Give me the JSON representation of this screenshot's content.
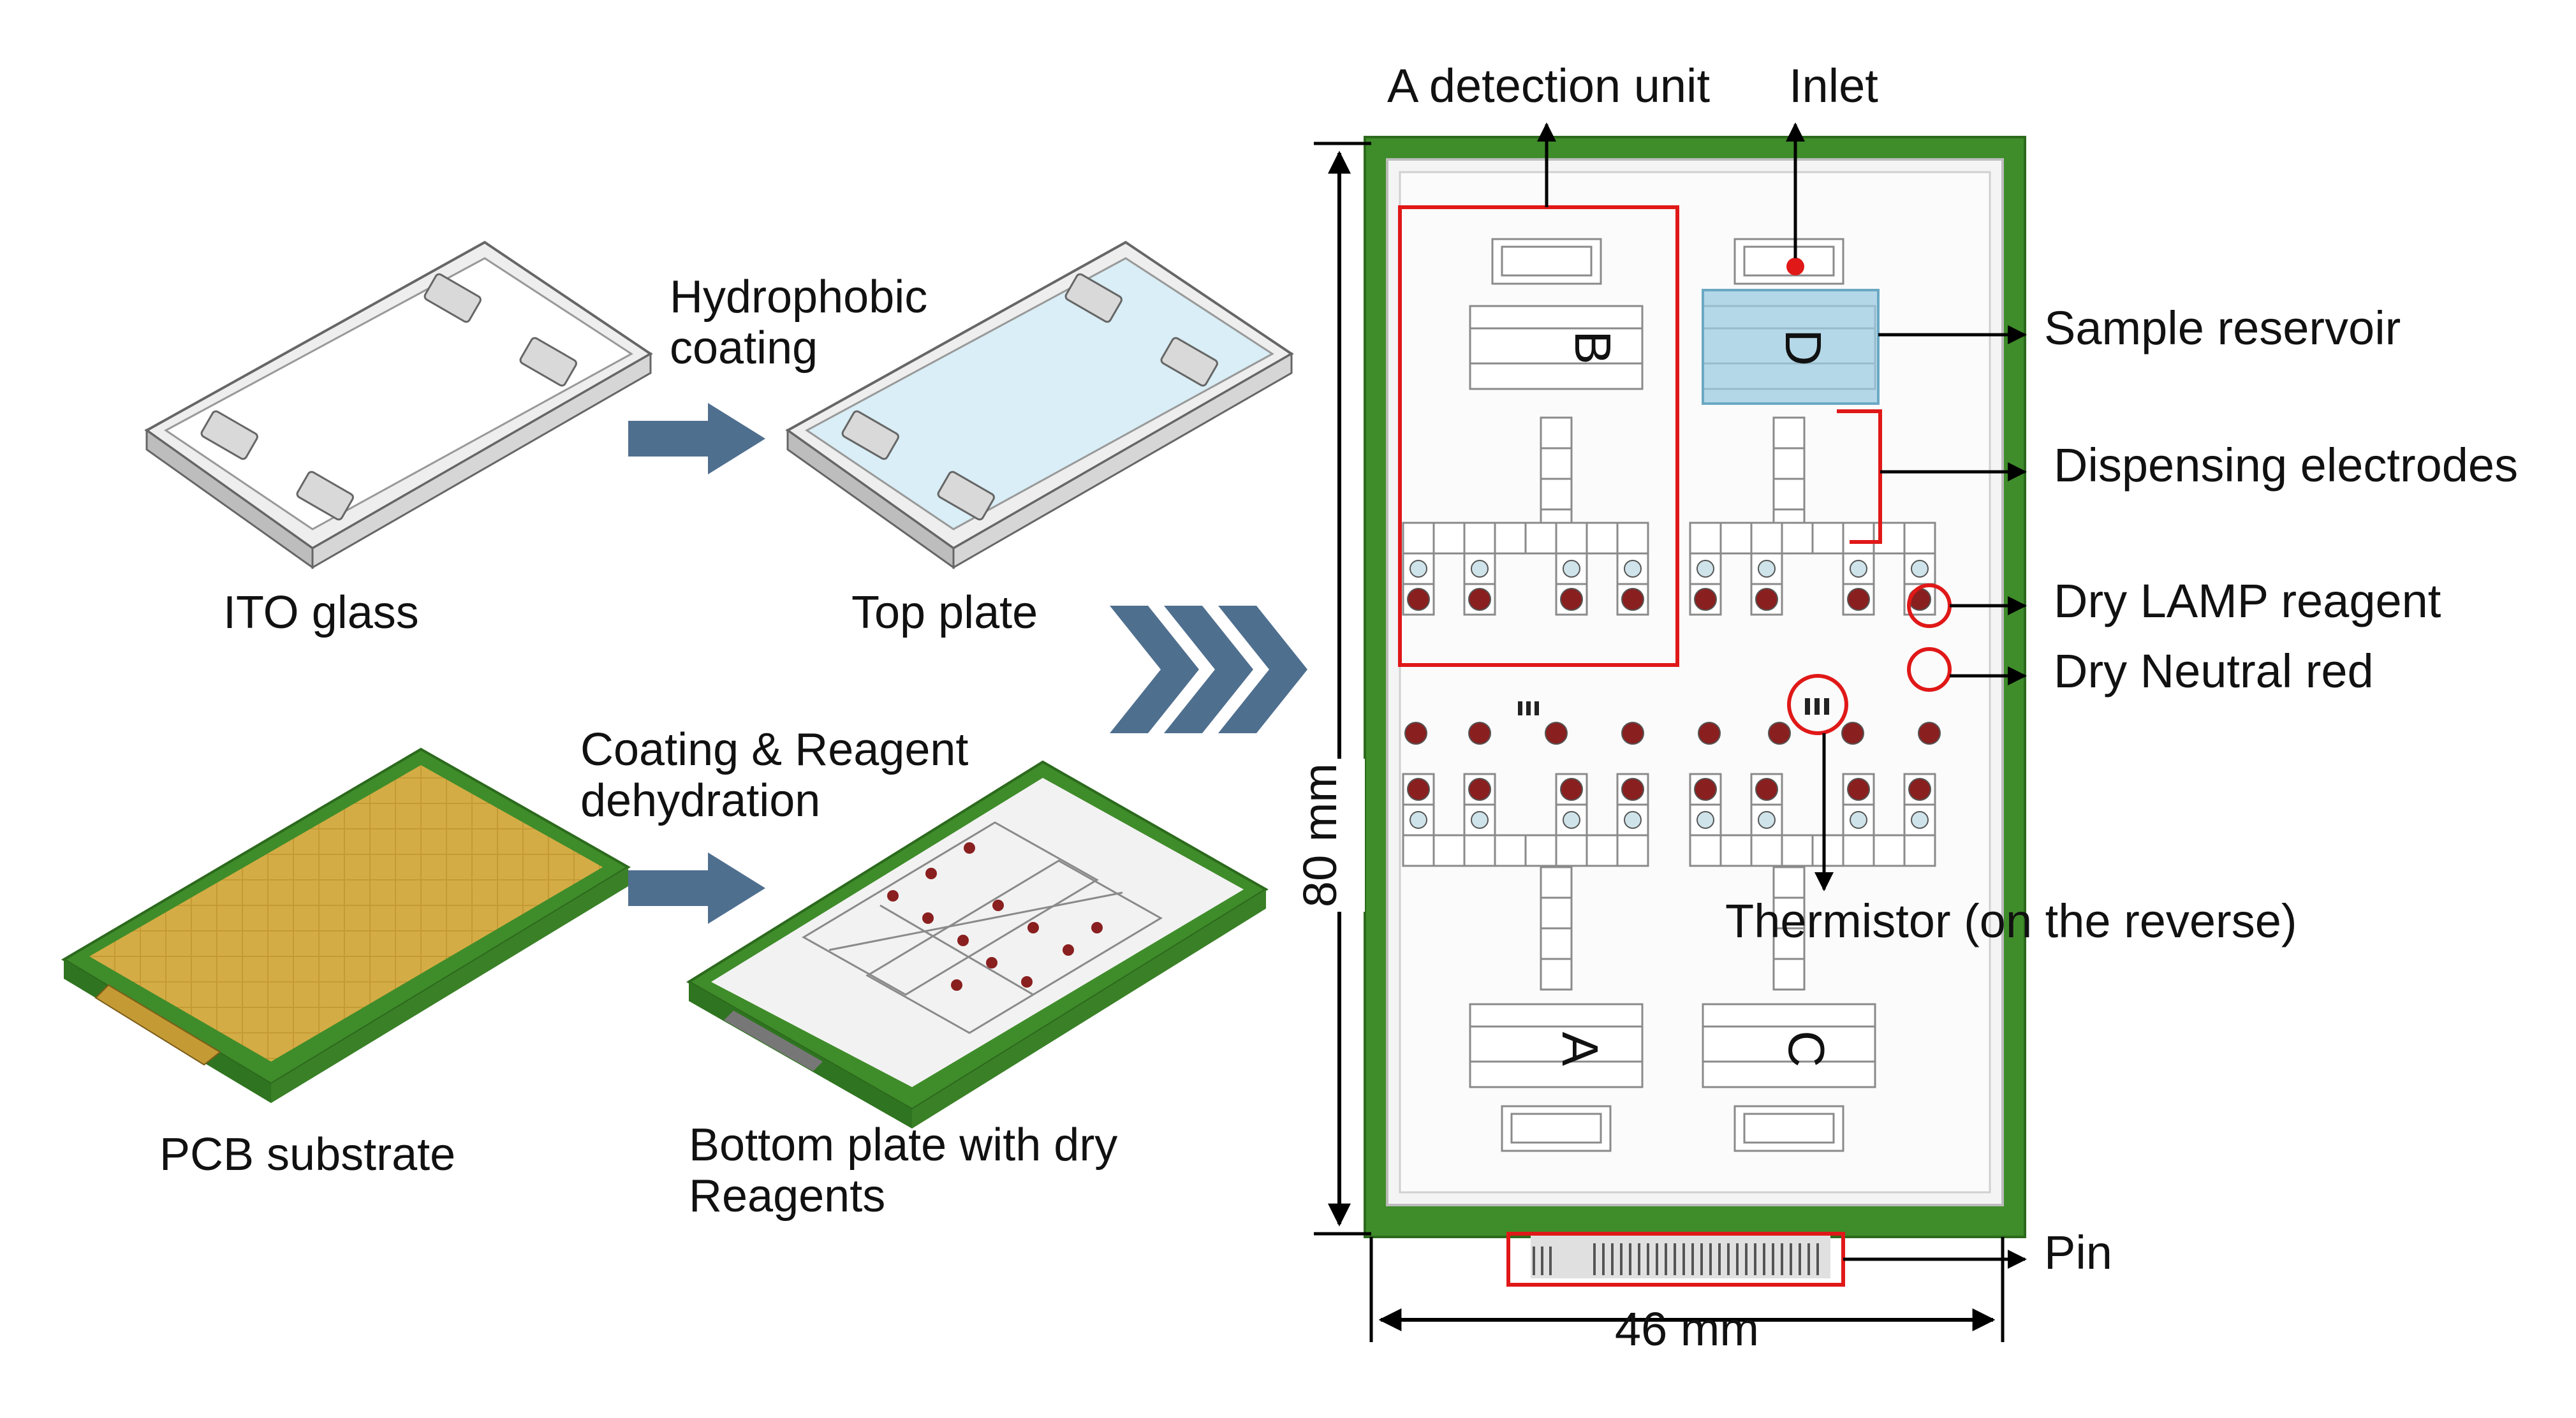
{
  "left_panel": {
    "ito_glass_label": "ITO glass",
    "hydrophobic_line1": "Hydrophobic",
    "hydrophobic_line2": "coating",
    "top_plate_label": "Top  plate",
    "pcb_label": "PCB substrate",
    "coating_line1": "Coating & Reagent",
    "coating_line2": "dehydration",
    "bottom_line1": "Bottom plate  with dry",
    "bottom_line2": "Reagents"
  },
  "chip": {
    "unit_labels": [
      "A",
      "B",
      "C",
      "D"
    ],
    "height_dim": "80 mm",
    "width_dim": "46 mm"
  },
  "callouts": {
    "detection_unit": "A detection unit",
    "inlet": "Inlet",
    "sample_reservoir": "Sample reservoir",
    "dispensing_electrodes": "Dispensing electrodes",
    "dry_lamp": "Dry LAMP reagent",
    "dry_neutral_red": "Dry Neutral red",
    "thermistor": "Thermistor (on the reverse)",
    "pin": "Pin"
  },
  "colors": {
    "pcb_green": "#3f8c2a",
    "pcb_gold": "#d4ac45",
    "arrow_blue": "#4f6f8f",
    "highlight_red": "#e01818",
    "reservoir_blue": "#9ccbe0",
    "reagent_red": "#8a1f1f"
  }
}
